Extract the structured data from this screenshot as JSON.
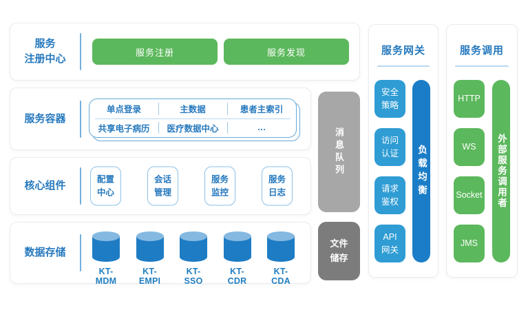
{
  "colors": {
    "blue_text": "#2679be",
    "green": "#5cb85c",
    "light_blue_box": "#2f9cd4",
    "dark_blue_bar": "#1b7dc7",
    "gray_light": "#a7a7a7",
    "gray_dark": "#7c7c7c",
    "cylinder_body": "#1e7cc4",
    "cylinder_top": "#85b9e1"
  },
  "registry": {
    "label": "服务\n注册中心",
    "buttons": [
      "服务注册",
      "服务发现"
    ]
  },
  "container": {
    "label": "服务容器",
    "cells": [
      "单点登录",
      "主数据",
      "患者主索引",
      "共享电子病历",
      "医疗数据中心",
      "…"
    ]
  },
  "core": {
    "label": "核心组件",
    "items": [
      "配置\n中心",
      "会话\n管理",
      "服务\n监控",
      "服务\n日志"
    ]
  },
  "storage": {
    "label": "数据存储",
    "databases": [
      "KT-MDM",
      "KT-EMPI",
      "KT-SSO",
      "KT-CDR",
      "KT-CDA"
    ]
  },
  "middleware": {
    "queue": "消息队列",
    "file": "文件\n储存"
  },
  "gateway": {
    "title": "服务网关",
    "items": [
      "安全\n策略",
      "访问\n认证",
      "请求\n鉴权",
      "API\n网关"
    ],
    "bar": "负载均衡"
  },
  "invocation": {
    "title": "服务调用",
    "items": [
      "HTTP",
      "WS",
      "Socket",
      "JMS"
    ],
    "bar": "外部服务调用者"
  }
}
